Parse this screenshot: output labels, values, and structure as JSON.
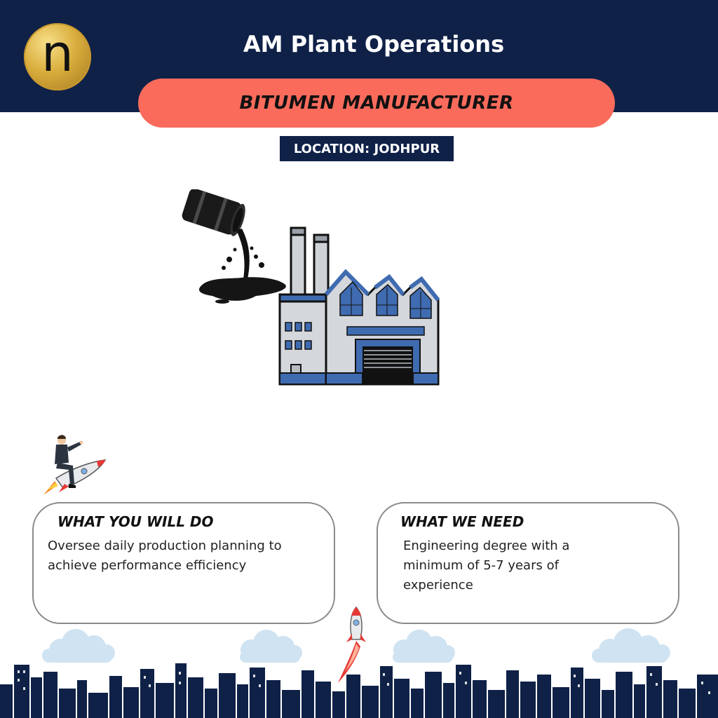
{
  "header": {
    "logo_letter": "n",
    "title": "AM Plant Operations",
    "role": "BITUMEN MANUFACTURER",
    "location": "LOCATION: JODHPUR"
  },
  "cards": {
    "left": {
      "heading": "WHAT YOU WILL DO",
      "body": "Oversee daily production planning to achieve performance efficiency"
    },
    "right": {
      "heading": "WHAT WE NEED",
      "body": "Engineering degree with a minimum of 5-7 years of experience"
    }
  },
  "colors": {
    "navy": "#0f2147",
    "coral": "#fa6b5c",
    "gold": "#d9ad3c",
    "factory_blue": "#3f6bb0"
  },
  "icons": [
    "logo-badge",
    "oil-barrel-icon",
    "factory-icon",
    "businessman-rocket-icon",
    "small-rocket-icon",
    "cloud-icon",
    "city-skyline"
  ]
}
